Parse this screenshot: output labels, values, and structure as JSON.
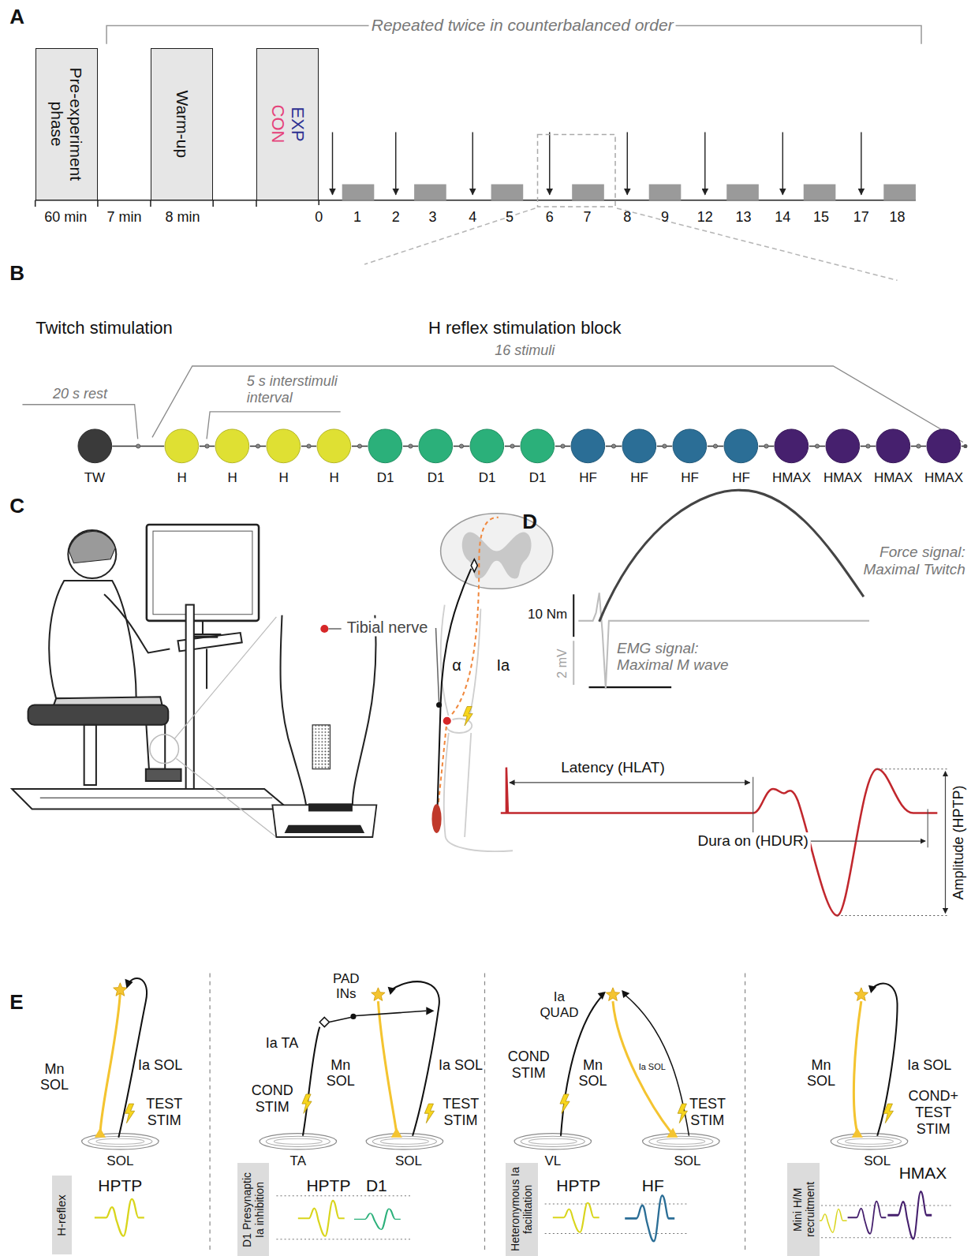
{
  "diagram": {
    "nodes": [
      {
        "text": [
          "Pre-experiment phase"
        ]
      },
      {
        "text": [
          "Warm-up"
        ]
      },
      {
        "text": [
          "EXP",
          "CON"
        ]
      },
      {
        "text": [
          "TW"
        ]
      },
      {
        "text": [
          "H"
        ]
      },
      {
        "text": [
          "H"
        ]
      },
      {
        "text": [
          "H"
        ]
      },
      {
        "text": [
          "H"
        ]
      },
      {
        "text": [
          "D1"
        ]
      },
      {
        "text": [
          "D1"
        ]
      },
      {
        "text": [
          "D1"
        ]
      },
      {
        "text": [
          "D1"
        ]
      },
      {
        "text": [
          "HF"
        ]
      },
      {
        "text": [
          "HF"
        ]
      },
      {
        "text": [
          "HF"
        ]
      },
      {
        "text": [
          "HF"
        ]
      },
      {
        "text": [
          "HMAX"
        ]
      },
      {
        "text": [
          "HMAX"
        ]
      },
      {
        "text": [
          "HMAX"
        ]
      },
      {
        "text": [
          "HMAX"
        ]
      },
      {
        "text": [
          "H-reflex"
        ]
      },
      {
        "text": [
          "D1 Presynaptic Ia inhibition"
        ]
      },
      {
        "text": [
          "Heteronymous Ia facilitation"
        ]
      },
      {
        "text": [
          "Mini H/M recruitment"
        ]
      }
    ],
    "edges": [
      {
        "from": 3,
        "to": 4,
        "arrow": "none"
      },
      {
        "from": 4,
        "to": 5,
        "arrow": "none"
      },
      {
        "from": 5,
        "to": 6,
        "arrow": "none"
      },
      {
        "from": 6,
        "to": 7,
        "arrow": "none"
      },
      {
        "from": 7,
        "to": 8,
        "arrow": "none"
      },
      {
        "from": 8,
        "to": 9,
        "arrow": "none"
      },
      {
        "from": 9,
        "to": 10,
        "arrow": "none"
      },
      {
        "from": 10,
        "to": 11,
        "arrow": "none"
      },
      {
        "from": 11,
        "to": 12,
        "arrow": "none"
      },
      {
        "from": 12,
        "to": 13,
        "arrow": "none"
      },
      {
        "from": 13,
        "to": 14,
        "arrow": "none"
      },
      {
        "from": 14,
        "to": 15,
        "arrow": "none"
      },
      {
        "from": 15,
        "to": 16,
        "arrow": "none"
      },
      {
        "from": 16,
        "to": 17,
        "arrow": "none"
      },
      {
        "from": 17,
        "to": 18,
        "arrow": "none"
      },
      {
        "from": 18,
        "to": 19,
        "arrow": "none"
      }
    ],
    "labels": [
      "A",
      "Repeated twice in counterbalanced order",
      "60 min",
      "7 min",
      "8 min",
      "0",
      "1",
      "2",
      "3",
      "4",
      "5",
      "6",
      "7",
      "8",
      "9",
      "12",
      "13",
      "14",
      "15",
      "17",
      "18",
      "B",
      "Twitch stimulation",
      "H reflex stimulation block",
      "16 stimuli",
      "20 s rest",
      "5 s interstimuli interval",
      "C",
      "Tibial nerve",
      "α",
      "Ia",
      "D",
      "Force signal: Maximal Twitch",
      "10 Nm",
      "2 mV",
      "EMG signal: Maximal M wave",
      "Latency (HLAT)",
      "Dura on (HDUR)",
      "Amplitude (HPTP)",
      "E",
      "Mn SOL",
      "Ia SOL",
      "TEST STIM",
      "SOL",
      "HPTP",
      "PAD INs",
      "Ia TA",
      "Mn SOL",
      "Ia SOL",
      "COND STIM",
      "TEST STIM",
      "TA",
      "SOL",
      "HPTP",
      "D1",
      "Ia QUAD",
      "COND STIM",
      "Mn SOL",
      "Ia SOL",
      "TEST STIM",
      "VL",
      "SOL",
      "HPTP",
      "HF",
      "Mn SOL",
      "Ia SOL",
      "COND+ TEST STIM",
      "SOL",
      "HMAX"
    ]
  }
}
